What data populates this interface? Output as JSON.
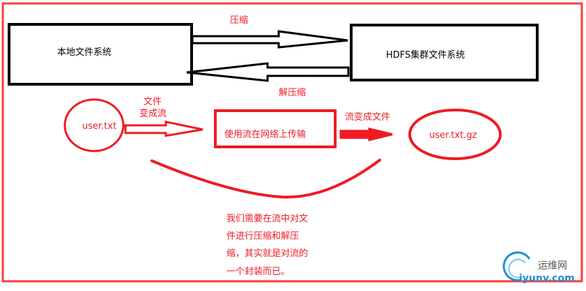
{
  "colors": {
    "red": "#ed1c24",
    "frame": "#ff3b3b",
    "black": "#000000",
    "logo_blue": "#1a8fd6"
  },
  "diagram": {
    "local_fs": "本地文件系统",
    "hdfs_fs": "HDFS集群文件系统",
    "compress_label": "压缩",
    "decompress_label": "解压缩",
    "file_to_stream_1": "文件",
    "file_to_stream_2": "变成流",
    "source_file": "user.txt",
    "transfer_box": "使用流在网络上传输",
    "stream_to_file": "流变成文件",
    "target_file": "user.txt.gz",
    "note_lines": [
      "我们需要在流中对文",
      "件进行压缩和解压",
      "缩，其实就是对流的",
      "一个封装而已。"
    ]
  },
  "watermark": {
    "name": "运维网",
    "domain": "iyunv.com"
  }
}
